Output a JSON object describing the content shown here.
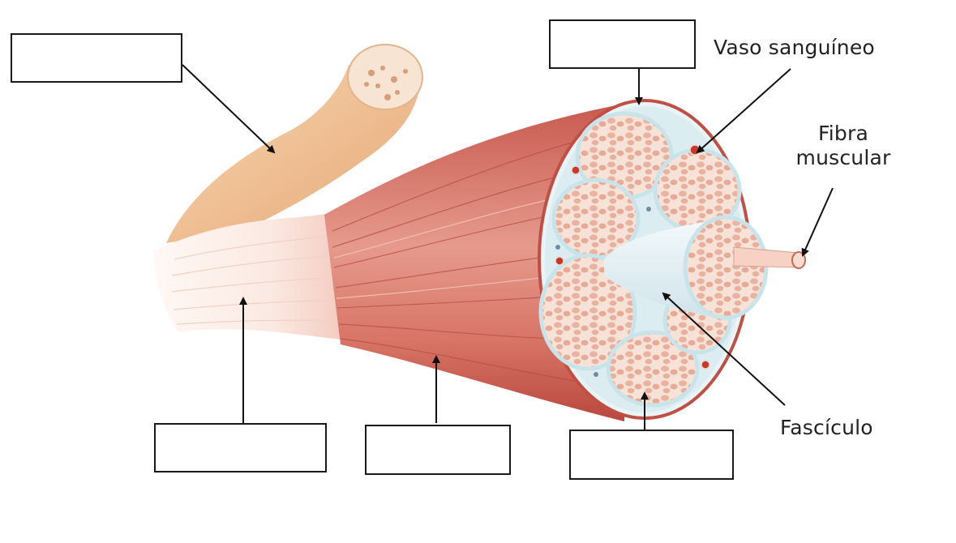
{
  "labels": {
    "vaso": "Vaso sanguíneo",
    "fibra_line1": "Fibra",
    "fibra_line2": "muscular",
    "fasciculo": "Fascículo"
  },
  "answer_boxes": [
    {
      "id": "tendon",
      "value": ""
    },
    {
      "id": "epimysium",
      "value": ""
    },
    {
      "id": "attachment",
      "value": ""
    },
    {
      "id": "muscle-belly",
      "value": ""
    },
    {
      "id": "perimysium",
      "value": ""
    }
  ],
  "colors": {
    "muscle": "#d9766a",
    "muscle_dark": "#b8473f",
    "bone": "#f1c39a",
    "tendon": "#fbf3ee",
    "fascicle_fill": "#f6d7cb",
    "fascicle_border": "#d8ecf0",
    "vessel": "#c23a2e"
  }
}
